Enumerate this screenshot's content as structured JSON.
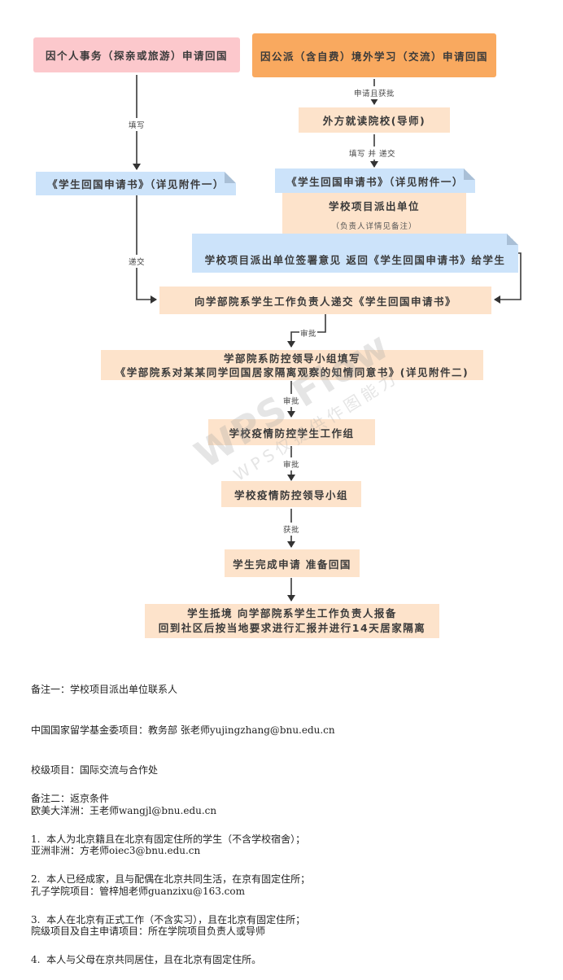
{
  "flow": {
    "start_personal": "因个人事务（探亲或旅游）申请回国",
    "start_official": "因公派（含自费）境外学习（交流）申请回国",
    "foreign_school": "外方就读院校(导师)",
    "form_left": "《学生回国申请书》（详见附件一）",
    "form_right": "《学生回国申请书》（详见附件一）",
    "dispatch_unit": {
      "title": "学校项目派出单位",
      "subtitle": "（负责人详情见备注）"
    },
    "dispatch_sign": "学校项目派出单位签署意见  返回《学生回国申请书》给学生",
    "submit_dept": "向学部院系学生工作负责人递交《学生回国申请书》",
    "dept_group": {
      "line1": "学部院系防控领导小组填写",
      "line2": "《学部院系对某某同学回国居家隔离观察的知情同意书》(详见附件二)"
    },
    "school_work_group": "学校疫情防控学生工作组",
    "school_lead_group": "学校疫情防控领导小组",
    "complete": "学生完成申请  准备回国",
    "arrival": {
      "line1": "学生抵境  向学部院系学生工作负责人报备",
      "line2": "回到社区后按当地要求进行汇报并进行14天居家隔离"
    }
  },
  "edge_labels": {
    "fill": "填写",
    "submit": "递交",
    "apply_approved": "申请且获批",
    "fill_and_submit": "填写 并 递交",
    "approve1": "审批",
    "approve2": "审批",
    "approve3": "审批",
    "approved": "获批"
  },
  "watermark": {
    "main": "WPS Flow",
    "sub": "WPS仅提供作图能力"
  },
  "notes1": {
    "title": "备注一：学校项目派出单位联系人",
    "lines": [
      "中国国家留学基金委项目：教务部 张老师yujingzhang@bnu.edu.cn",
      "校级项目：国际交流与合作处",
      "欧美大洋洲：王老师wangjl@bnu.edu.cn",
      "亚洲非洲：方老师oiec3@bnu.edu.cn",
      "孔子学院项目：管梓旭老师guanzixu@163.com",
      "院级项目及自主申请项目：所在学院项目负责人或导师"
    ]
  },
  "notes2": {
    "title": "备注二：返京条件",
    "lines": [
      "1.  本人为北京籍且在北京有固定住所的学生（不含学校宿舍）；",
      "2.  本人已经成家，且与配偶在北京共同生活，在京有固定住所；",
      "3.  本人在北京有正式工作（不含实习），且在北京有固定住所；",
      "4.  本人与父母在京共同居住，且在北京有固定住所。"
    ]
  }
}
